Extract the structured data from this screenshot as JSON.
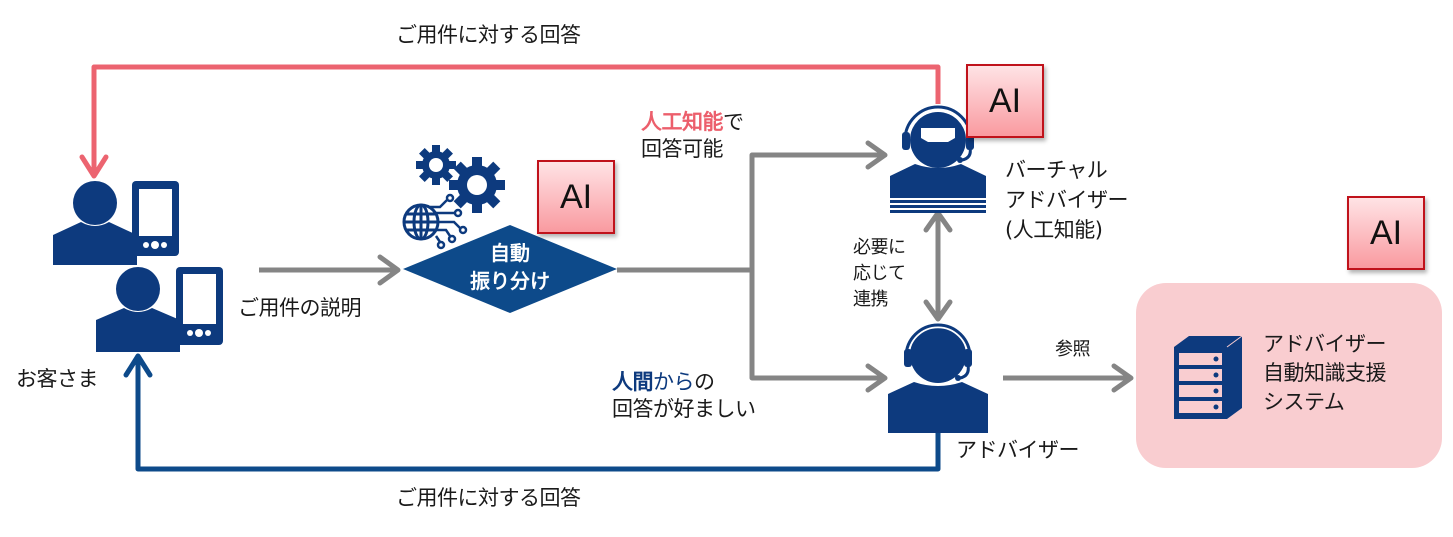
{
  "colors": {
    "navy": "#0d3a7e",
    "red_line": "#ec6470",
    "gray_arrow": "#858585",
    "ai_badge_border": "#c0121b",
    "kb_background": "#f9cdd0"
  },
  "labels": {
    "top_response": "ご用件に対する回答",
    "bottom_response": "ご用件に対する回答",
    "customer": "お客さま",
    "explain_request": "ご用件の説明",
    "auto_routing_line1": "自動",
    "auto_routing_line2": "振り分け",
    "ai_answerable_highlight": "人工知能",
    "ai_answerable_suffix": "で",
    "ai_answerable_line2": "回答可能",
    "human_preferred_highlight": "人間",
    "human_preferred_mid": "から",
    "human_preferred_suffix": "の",
    "human_preferred_line2": "回答が好ましい",
    "virtual_advisor_line1": "バーチャル",
    "virtual_advisor_line2": "アドバイザー",
    "virtual_advisor_line3": "(人工知能)",
    "collab_line1": "必要に",
    "collab_line2": "応じて",
    "collab_line3": "連携",
    "advisor": "アドバイザー",
    "reference": "参照",
    "kb_line1": "アドバイザー",
    "kb_line2": "自動知識支援",
    "kb_line3": "システム"
  },
  "ai_badges": {
    "routing": "AI",
    "virtual_advisor": "AI",
    "knowledge_system": "AI"
  },
  "icons": {
    "customer_top": "person-with-phone-icon",
    "customer_bottom": "person-with-phone-icon",
    "routing": "gears-globe-circuit-icon",
    "virtual_advisor": "operator-with-visor-headset-icon",
    "advisor": "operator-headset-icon",
    "knowledge_system": "server-icon"
  }
}
